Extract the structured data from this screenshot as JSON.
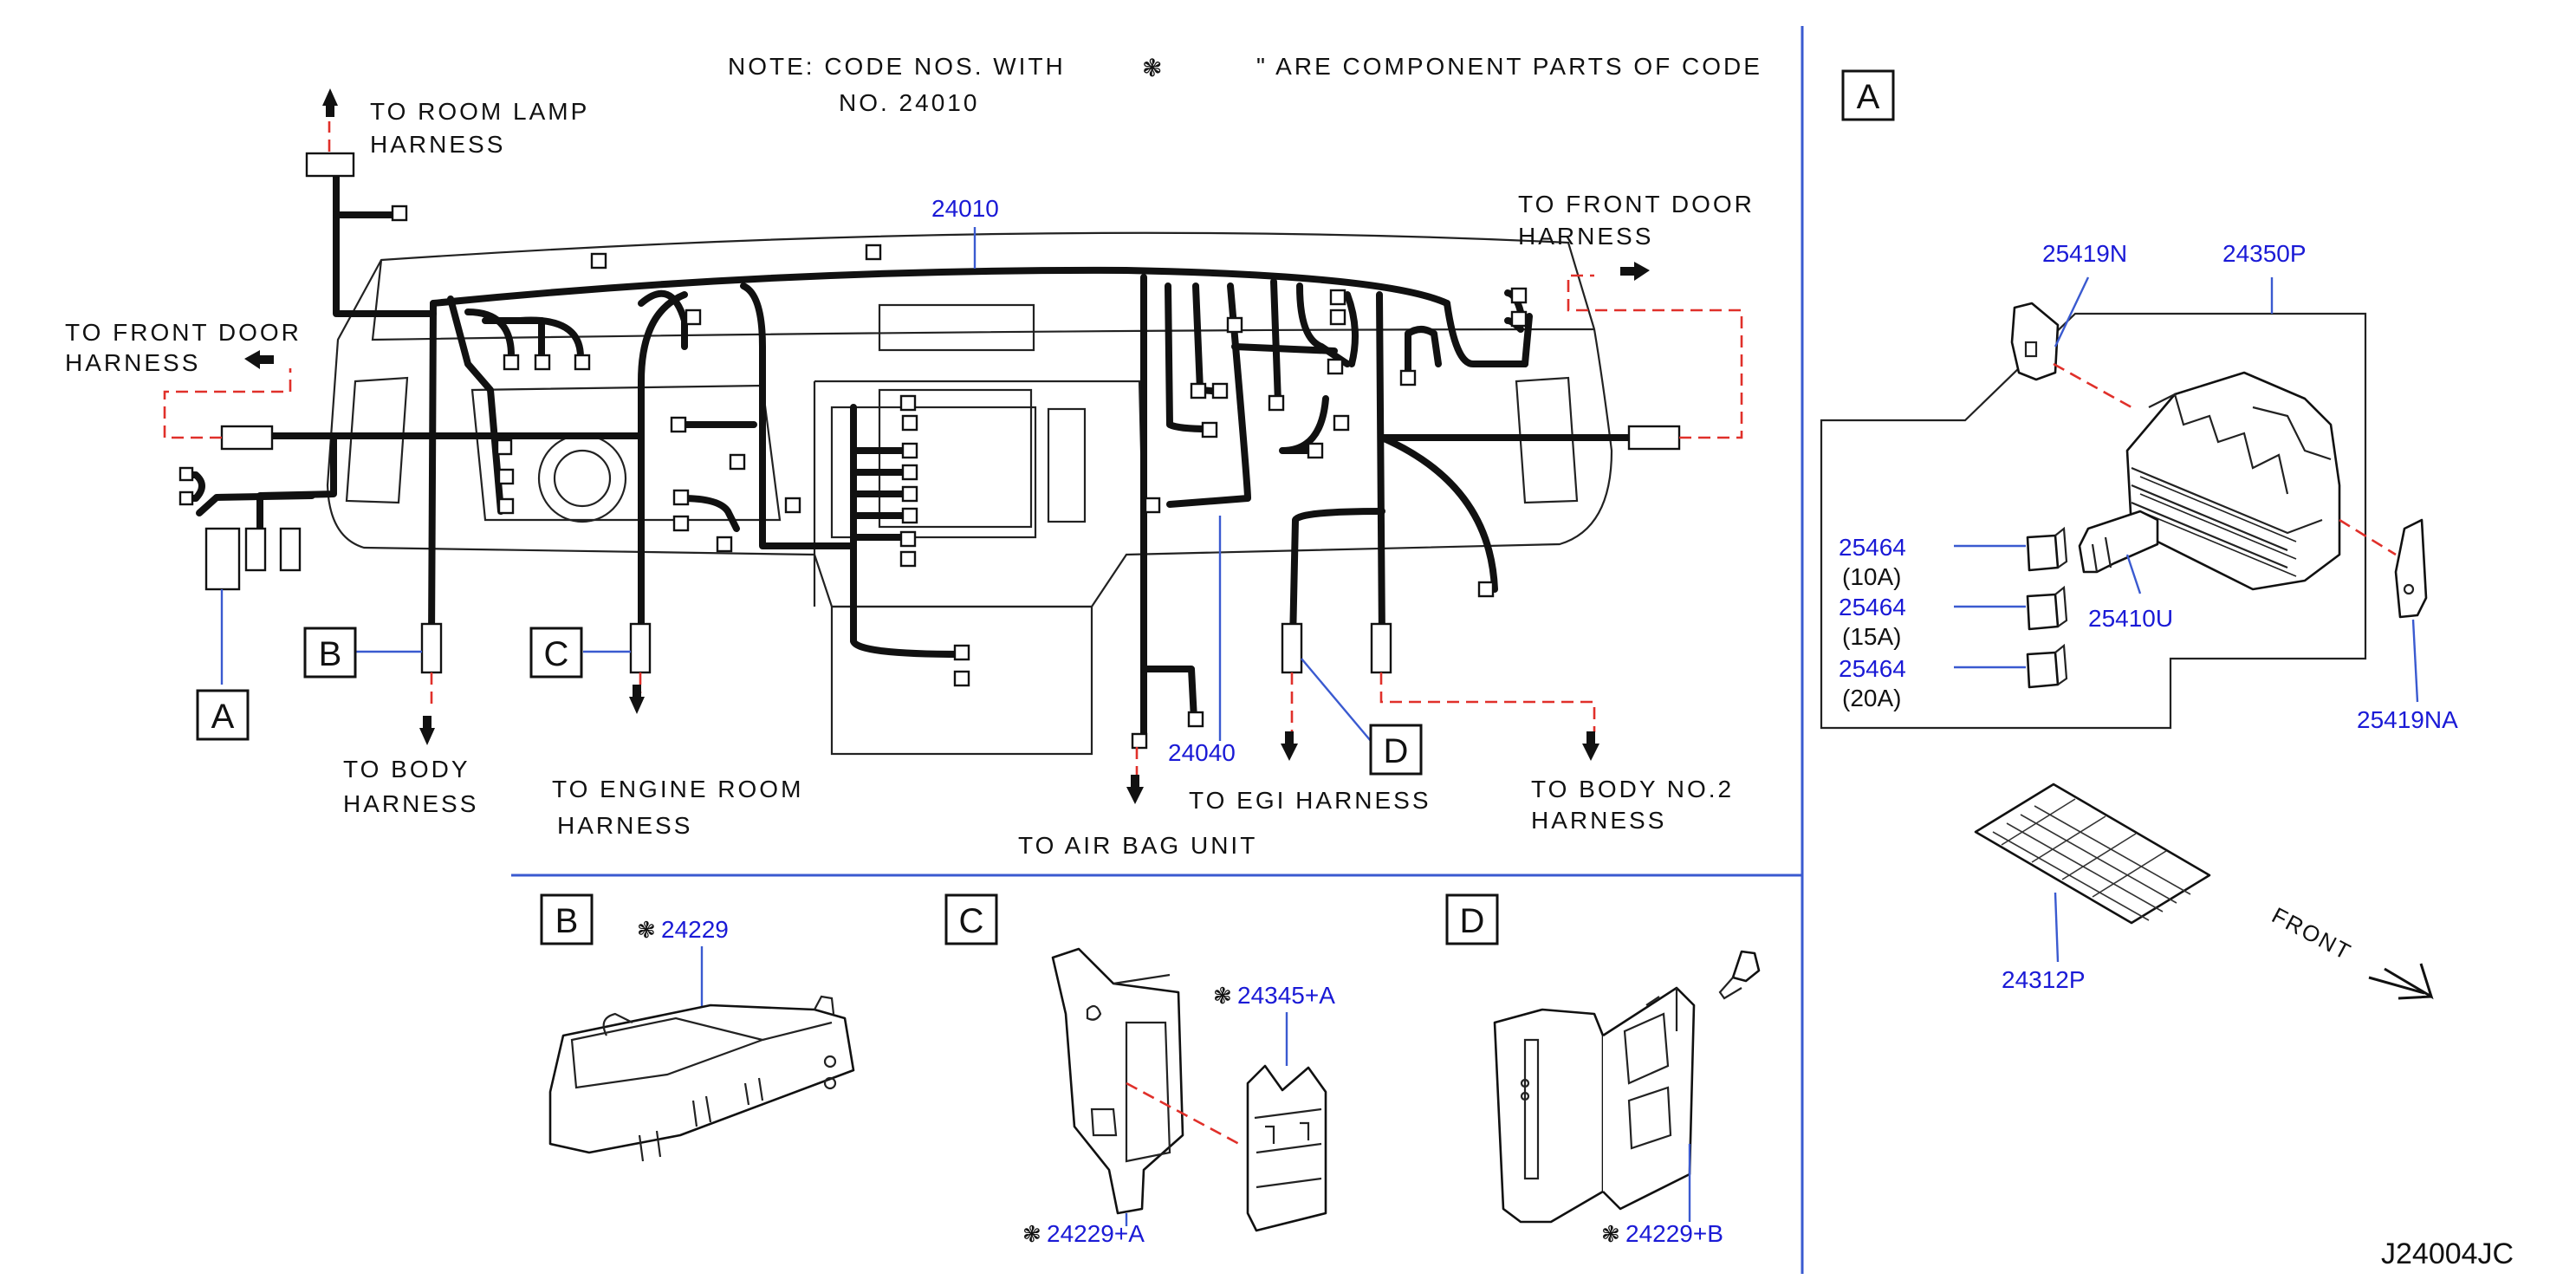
{
  "note": {
    "line1a": "NOTE:  CODE  NOS.  WITH",
    "line1b": "\"  ARE  COMPONENT  PARTS  OF  CODE",
    "line2": "NO.  24010"
  },
  "destinations": {
    "room_lamp_1": "TO  ROOM  LAMP",
    "room_lamp_2": "HARNESS",
    "front_door_left_1": "TO  FRONT  DOOR",
    "front_door_left_2": "HARNESS",
    "front_door_right_1": "TO  FRONT  DOOR",
    "front_door_right_2": "HARNESS",
    "body_1": "TO  BODY",
    "body_2": "HARNESS",
    "engine_room_1": "TO  ENGINE  ROOM",
    "engine_room_2": "HARNESS",
    "air_bag": "TO  AIR  BAG  UNIT",
    "egi": "TO  EGI  HARNESS",
    "body_no2_1": "TO  BODY  NO.2",
    "body_no2_2": "HARNESS"
  },
  "parts": {
    "p24010": "24010",
    "p24040": "24040",
    "p25419N": "25419N",
    "p24350P": "24350P",
    "p25464": "25464",
    "a10": "(10A)",
    "a15": "(15A)",
    "a20": "(20A)",
    "p25410U": "25410U",
    "p25419NA": "25419NA",
    "p24312P": "24312P",
    "p24229": "24229",
    "p24345A": "24345+A",
    "p24229A": "24229+A",
    "p24229B": "24229+B"
  },
  "boxes": {
    "A": "A",
    "B": "B",
    "C": "C",
    "D": "D"
  },
  "front": "FRONT",
  "drawing_code": "J24004JC"
}
